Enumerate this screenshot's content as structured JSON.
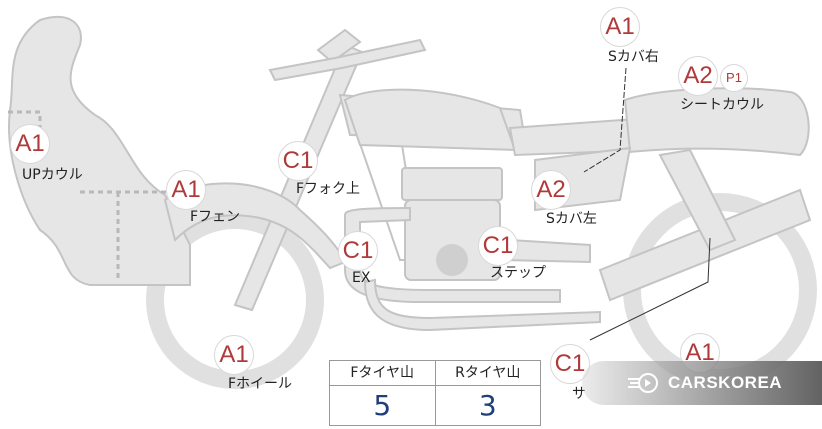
{
  "markers": [
    {
      "id": "s-cover-right",
      "code": "A1",
      "label": "Sカバ右"
    },
    {
      "id": "seat-cowl",
      "code": "A2",
      "sub": "P1",
      "label": "シートカウル"
    },
    {
      "id": "up-cowl",
      "code": "A1",
      "label": "UPカウル"
    },
    {
      "id": "f-fender",
      "code": "A1",
      "label": "Fフェン"
    },
    {
      "id": "f-fork-upper",
      "code": "C1",
      "label": "Fフォク上"
    },
    {
      "id": "s-cover-left",
      "code": "A2",
      "label": "Sカバ左"
    },
    {
      "id": "exhaust",
      "code": "C1",
      "label": "EX"
    },
    {
      "id": "step",
      "code": "C1",
      "label": "ステップ"
    },
    {
      "id": "f-wheel",
      "code": "A1",
      "label": "Fホイール"
    },
    {
      "id": "muffler",
      "code": "C1",
      "label": "サ"
    },
    {
      "id": "r-wheel",
      "code": "A1",
      "label": ""
    }
  ],
  "tire_table": {
    "front_header": "Fタイヤ山",
    "rear_header": "Rタイヤ山",
    "front_value": "5",
    "rear_value": "3"
  },
  "watermark": {
    "brand": "CARSKOREA"
  },
  "colors": {
    "marker_text": "#b03a3a",
    "part_fill": "#e6e6e6",
    "part_stroke": "#c4c4c4",
    "value_text": "#1f3f7a"
  }
}
